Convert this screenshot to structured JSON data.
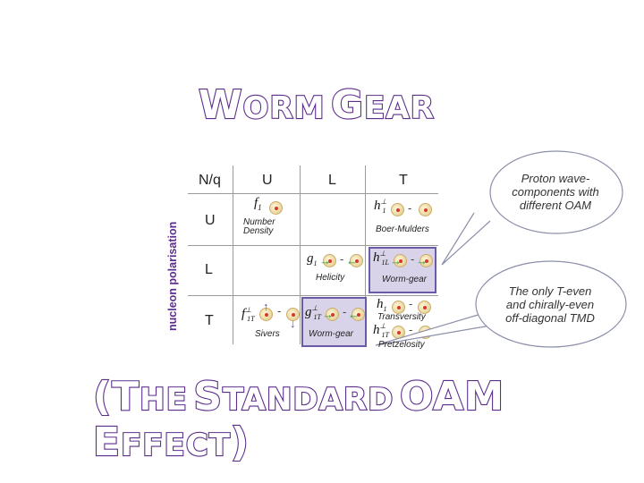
{
  "title": {
    "w": "W",
    "orm": "ORM",
    "g": "G",
    "ear": "EAR"
  },
  "subtitle": {
    "open": "(",
    "t": "T",
    "he": "HE",
    "s": "S",
    "tandard": "TANDARD",
    "oam": "OAM",
    "e": "E",
    "ffect": "FFECT",
    "close": ")"
  },
  "side_label": "nucleon polarisation",
  "table": {
    "corner": "N/q",
    "col_headers": [
      "U",
      "L",
      "T"
    ],
    "row_headers": [
      "U",
      "L",
      "T"
    ],
    "cells": {
      "f1": "f",
      "f1_sub": "1",
      "number_density": "Number\nDensity",
      "h1perp": "h",
      "h1perp_sub": "1",
      "h1perp_sup": "⊥",
      "boer_mulders": "Boer-Mulders",
      "g1": "g",
      "g1_sub": "1",
      "helicity": "Helicity",
      "h1Lperp": "h",
      "h1Lperp_sub": "1L",
      "h1Lperp_sup": "⊥",
      "worm_gear_1": "Worm-gear",
      "f1Tperp": "f",
      "f1Tperp_sub": "1T",
      "f1Tperp_sup": "⊥",
      "sivers": "Sivers",
      "g1T": "g",
      "g1T_sub": "1T",
      "g1T_sup": "⊥",
      "worm_gear_2": "Worm-gear",
      "h1": "h",
      "h1_sub": "1",
      "transversity": "Transversity",
      "h1Tperp": "h",
      "h1Tperp_sub": "1T",
      "h1Tperp_sup": "⊥",
      "pretzelosity": "Pretzelosity"
    }
  },
  "callouts": {
    "top": "Proton wave-\ncomponents with\ndifferent OAM",
    "bottom": "The only T-even\nand chirally-even\noff-diagonal TMD"
  },
  "colors": {
    "title": "#5b2e8c",
    "shade": "#d9d3ea",
    "shade_border": "#6b5aa8",
    "callout": "#ffffff",
    "callout_border": "#8b8fa8"
  }
}
